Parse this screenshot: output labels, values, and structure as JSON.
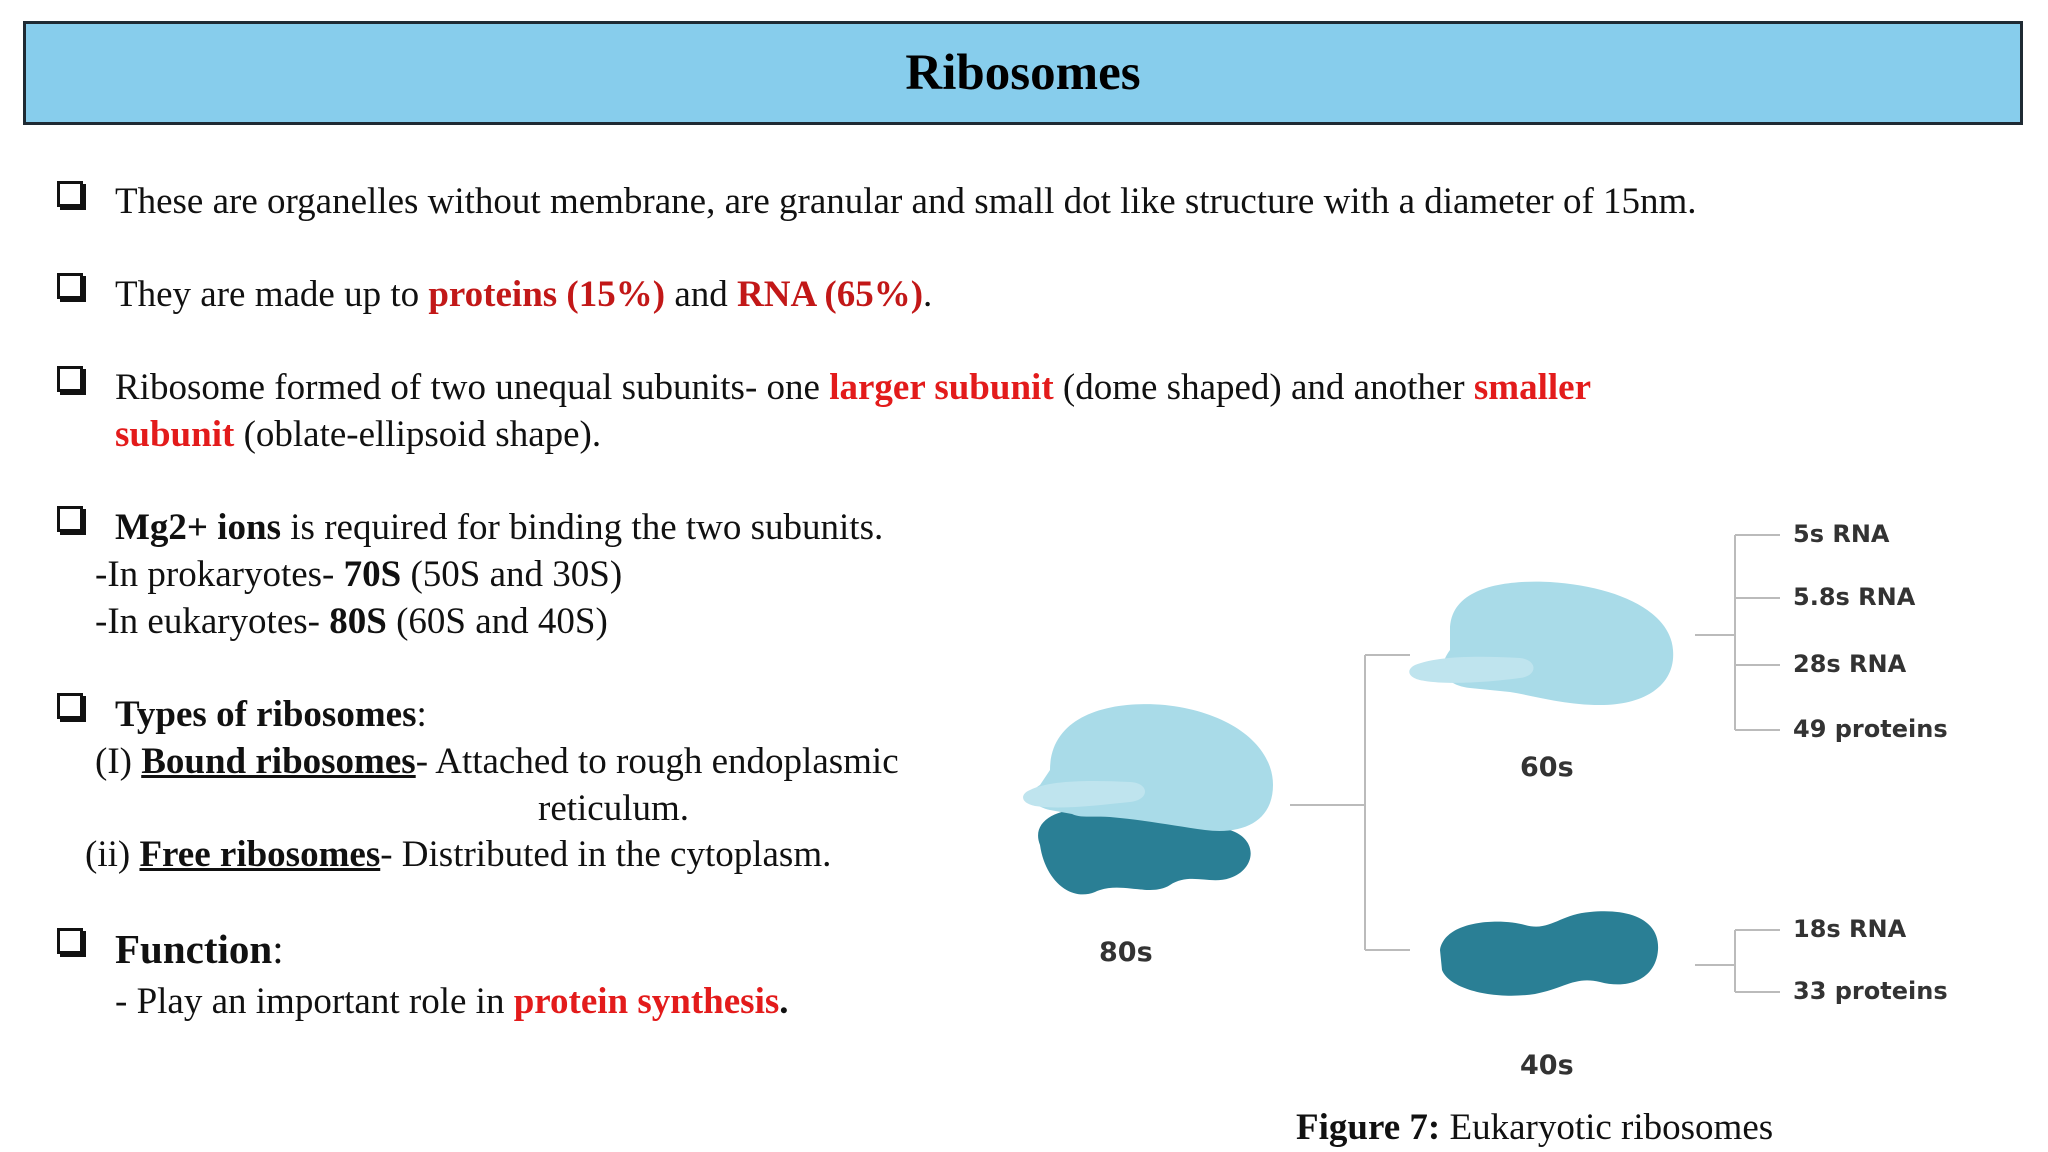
{
  "title": "Ribosomes",
  "bullet1": {
    "text": "These are organelles without membrane, are granular and small dot like structure with a diameter of 15nm."
  },
  "bullet2": {
    "pre": "They are made up to ",
    "proteins": "proteins (15%)",
    "mid": " and ",
    "rna": "RNA (65%)",
    "post": "."
  },
  "bullet3": {
    "pre": "Ribosome formed of two unequal subunits- one ",
    "larger": "larger subunit",
    "mid": " (dome shaped) and another ",
    "smaller": "smaller",
    "subunit": "subunit",
    "post": " (oblate-ellipsoid shape)."
  },
  "bullet4": {
    "bold": "Mg2+ ions",
    "rest": " is required for binding the two subunits.",
    "line2_pre": "-In prokaryotes- ",
    "line2_bold": "70S",
    "line2_post": " (50S and 30S)",
    "line3_pre": "-In eukaryotes- ",
    "line3_bold": "80S",
    "line3_post": " (60S and 40S)"
  },
  "bullet5": {
    "bold": "Types of ribosomes",
    "colon": ":",
    "item1_num": "(I) ",
    "item1_term": "Bound ribosomes",
    "item1_rest": "- Attached to rough endoplasmic",
    "item1_cont": "reticulum.",
    "item2_num": "(ii) ",
    "item2_term": "Free ribosomes",
    "item2_rest": "- Distributed in the cytoplasm."
  },
  "bullet6": {
    "bold": "Function",
    "colon": ":",
    "line2_pre": "- Play an important role in ",
    "line2_red": "protein synthesis",
    "line2_post": "."
  },
  "figure": {
    "label_80s": "80s",
    "label_60s": "60s",
    "label_40s": "40s",
    "large_components": [
      "5s RNA",
      "5.8s RNA",
      "28s RNA",
      "49 proteins"
    ],
    "small_components": [
      "18s RNA",
      "33 proteins"
    ],
    "colors": {
      "light_subunit": "#a9dbe8",
      "dark_subunit": "#2a7f95",
      "lines": "#bbbbbb"
    }
  },
  "caption": {
    "bold": "Figure 7:",
    "rest": " Eukaryotic ribosomes"
  }
}
